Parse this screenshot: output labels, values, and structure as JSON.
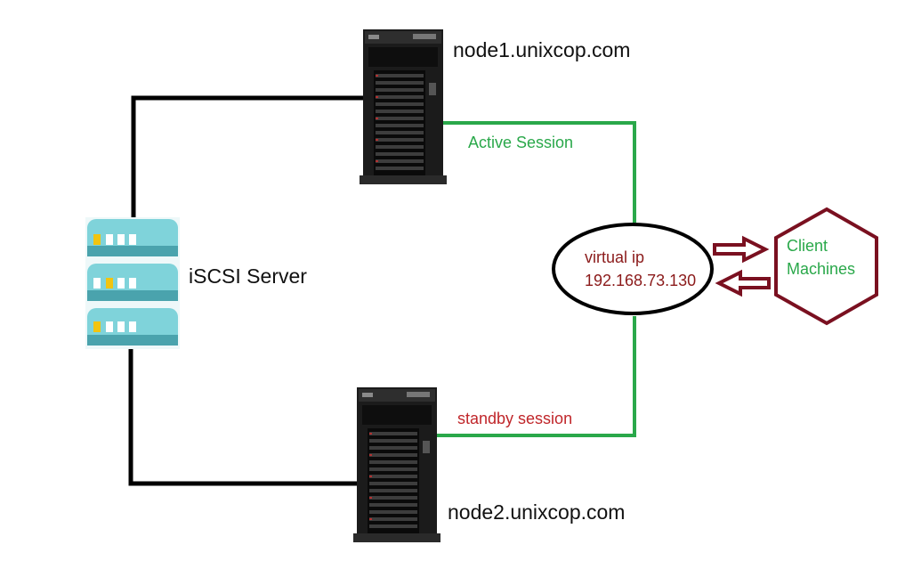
{
  "nodes": {
    "node1_label": "node1.unixcop.com",
    "node2_label": "node2.unixcop.com"
  },
  "iscsi": {
    "label": "iSCSI Server"
  },
  "sessions": {
    "active_label": "Active Session",
    "standby_label": "standby session"
  },
  "virtual_ip": {
    "label": "virtual ip",
    "address": "192.168.73.130"
  },
  "clients": {
    "line1": "Client",
    "line2": "Machines"
  },
  "colors": {
    "link_black": "#000000",
    "link_green": "#2aa84a",
    "standby_text": "#c0262a",
    "active_text": "#2aa84a",
    "vip_text": "#8b1a1a",
    "hexagon": "#7a1020",
    "server_body": "#7fd3da",
    "server_bay": "#4aa3ad",
    "led_yellow": "#f2c40f"
  }
}
